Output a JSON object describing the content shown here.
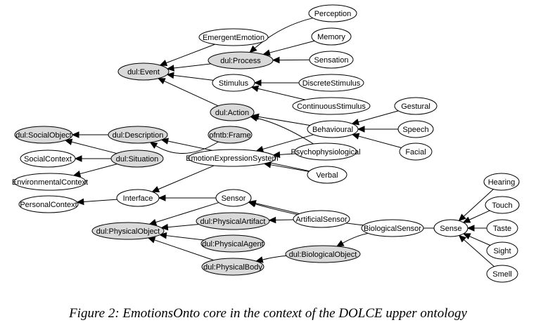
{
  "colors": {
    "dul_fill": "#d9d9d9",
    "plain_fill": "#ffffff",
    "stroke": "#000000"
  },
  "caption": "Figure 2: EmotionsOnto core in the context of the DOLCE upper ontology",
  "nodes": {
    "perception": {
      "label": "Perception",
      "dul": false
    },
    "memory": {
      "label": "Memory",
      "dul": false
    },
    "sensation": {
      "label": "Sensation",
      "dul": false
    },
    "emergent_emotion": {
      "label": "EmergentEmotion",
      "dul": false
    },
    "dul_process": {
      "label": "dul:Process",
      "dul": true
    },
    "dul_event": {
      "label": "dul:Event",
      "dul": true
    },
    "stimulus": {
      "label": "Stimulus",
      "dul": false
    },
    "discrete_stimulus": {
      "label": "DiscreteStimulus",
      "dul": false
    },
    "continuous_stimulus": {
      "label": "ContinuousStimulus",
      "dul": false
    },
    "dul_action": {
      "label": "dul:Action",
      "dul": true
    },
    "gestural": {
      "label": "Gestural",
      "dul": false
    },
    "behavioural": {
      "label": "Behavioural",
      "dul": false
    },
    "speech": {
      "label": "Speech",
      "dul": false
    },
    "facial": {
      "label": "Facial",
      "dul": false
    },
    "dul_social_object": {
      "label": "dul:SocialObject",
      "dul": true
    },
    "dul_description": {
      "label": "dul:Description",
      "dul": true
    },
    "ofntb_frame": {
      "label": "ofntb:Frame",
      "dul": true
    },
    "social_context": {
      "label": "SocialContext",
      "dul": false
    },
    "dul_situation": {
      "label": "dul:Situation",
      "dul": true
    },
    "emotion_expression_system": {
      "label": "EmotionExpressionSystem",
      "dul": false
    },
    "psychophysiological": {
      "label": "Psychophysiological",
      "dul": false
    },
    "environmental_context": {
      "label": "EnvironmentalContext",
      "dul": false
    },
    "verbal": {
      "label": "Verbal",
      "dul": false
    },
    "hearing": {
      "label": "Hearing",
      "dul": false
    },
    "personal_context": {
      "label": "PersonalContext",
      "dul": false
    },
    "interface": {
      "label": "Interface",
      "dul": false
    },
    "sensor": {
      "label": "Sensor",
      "dul": false
    },
    "touch": {
      "label": "Touch",
      "dul": false
    },
    "dul_physical_artifact": {
      "label": "dul:PhysicalArtifact",
      "dul": true
    },
    "artificial_sensor": {
      "label": "ArtificialSensor",
      "dul": false
    },
    "dul_physical_object": {
      "label": "dul:PhysicalObject",
      "dul": true
    },
    "biological_sensor": {
      "label": "BiologicalSensor",
      "dul": false
    },
    "sense": {
      "label": "Sense",
      "dul": false
    },
    "taste": {
      "label": "Taste",
      "dul": false
    },
    "dul_physical_agent": {
      "label": "dul:PhysicalAgent",
      "dul": true
    },
    "dul_biological_object": {
      "label": "dul:BiologicalObject",
      "dul": true
    },
    "sight": {
      "label": "Sight",
      "dul": false
    },
    "dul_physical_body": {
      "label": "dul:PhysicalBody",
      "dul": true
    },
    "smell": {
      "label": "Smell",
      "dul": false
    }
  },
  "edges": [
    {
      "from": "perception",
      "to": "dul_process"
    },
    {
      "from": "memory",
      "to": "dul_process"
    },
    {
      "from": "sensation",
      "to": "dul_process"
    },
    {
      "from": "dul_process",
      "to": "dul_event"
    },
    {
      "from": "emergent_emotion",
      "to": "dul_event"
    },
    {
      "from": "stimulus",
      "to": "dul_event"
    },
    {
      "from": "discrete_stimulus",
      "to": "stimulus"
    },
    {
      "from": "continuous_stimulus",
      "to": "stimulus"
    },
    {
      "from": "dul_action",
      "to": "dul_event"
    },
    {
      "from": "behavioural",
      "to": "dul_action"
    },
    {
      "from": "psychophysiological",
      "to": "dul_action"
    },
    {
      "from": "gestural",
      "to": "behavioural"
    },
    {
      "from": "speech",
      "to": "behavioural"
    },
    {
      "from": "facial",
      "to": "behavioural"
    },
    {
      "from": "behavioural",
      "to": "emotion_expression_system"
    },
    {
      "from": "psychophysiological",
      "to": "emotion_expression_system"
    },
    {
      "from": "verbal",
      "to": "emotion_expression_system"
    },
    {
      "from": "verbal",
      "to": "dul_description"
    },
    {
      "from": "ofntb_frame",
      "to": "dul_description"
    },
    {
      "from": "dul_description",
      "to": "dul_social_object"
    },
    {
      "from": "dul_situation",
      "to": "dul_social_object"
    },
    {
      "from": "dul_situation",
      "to": "social_context"
    },
    {
      "from": "dul_situation",
      "to": "environmental_context"
    },
    {
      "from": "emotion_expression_system",
      "to": "interface"
    },
    {
      "from": "interface",
      "to": "personal_context"
    },
    {
      "from": "sensor",
      "to": "interface"
    },
    {
      "from": "sensor",
      "to": "dul_physical_object"
    },
    {
      "from": "artificial_sensor",
      "to": "sensor"
    },
    {
      "from": "artificial_sensor",
      "to": "dul_physical_artifact"
    },
    {
      "from": "biological_sensor",
      "to": "sensor"
    },
    {
      "from": "biological_sensor",
      "to": "dul_biological_object"
    },
    {
      "from": "sense",
      "to": "biological_sensor"
    },
    {
      "from": "hearing",
      "to": "sense"
    },
    {
      "from": "touch",
      "to": "sense"
    },
    {
      "from": "taste",
      "to": "sense"
    },
    {
      "from": "sight",
      "to": "sense"
    },
    {
      "from": "smell",
      "to": "sense"
    },
    {
      "from": "dul_physical_artifact",
      "to": "dul_physical_object"
    },
    {
      "from": "dul_physical_agent",
      "to": "dul_physical_object"
    },
    {
      "from": "dul_physical_body",
      "to": "dul_physical_object"
    },
    {
      "from": "dul_biological_object",
      "to": "dul_physical_body"
    }
  ]
}
